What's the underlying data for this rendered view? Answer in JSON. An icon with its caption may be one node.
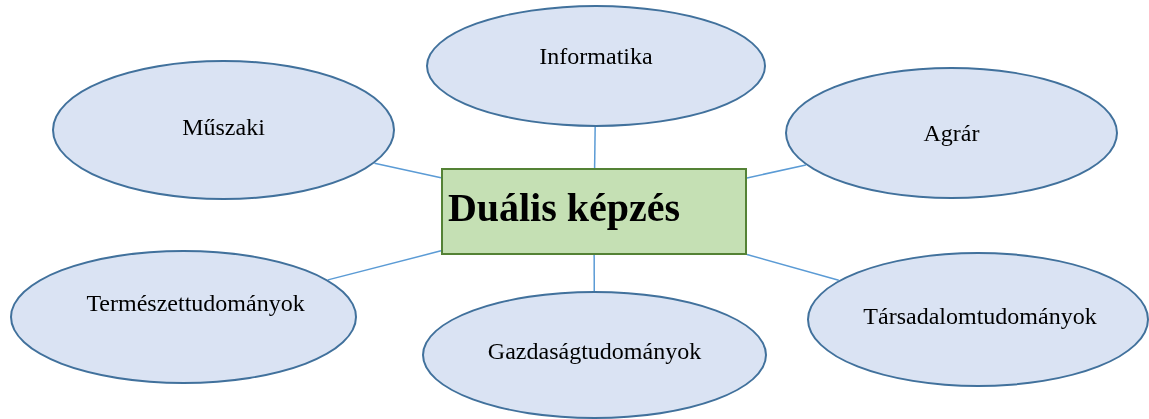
{
  "diagram": {
    "nodes": [
      {
        "text": [
          "Informatika"
        ]
      },
      {
        "text": [
          "Műszaki"
        ]
      },
      {
        "text": [
          "Agrár"
        ]
      },
      {
        "text": [
          "Duális képzés"
        ]
      },
      {
        "text": [
          "Természettudományok"
        ]
      },
      {
        "text": [
          "Gazdaságtudományok"
        ]
      },
      {
        "text": [
          "Társadalomtudományok"
        ]
      }
    ],
    "edges": [
      {
        "from": 3,
        "to": 1,
        "arrow": "none"
      },
      {
        "from": 3,
        "to": 0,
        "arrow": "none"
      },
      {
        "from": 3,
        "to": 2,
        "arrow": "none"
      },
      {
        "from": 3,
        "to": 4,
        "arrow": "none"
      },
      {
        "from": 3,
        "to": 5,
        "arrow": "none"
      },
      {
        "from": 3,
        "to": 6,
        "arrow": "none"
      }
    ]
  }
}
